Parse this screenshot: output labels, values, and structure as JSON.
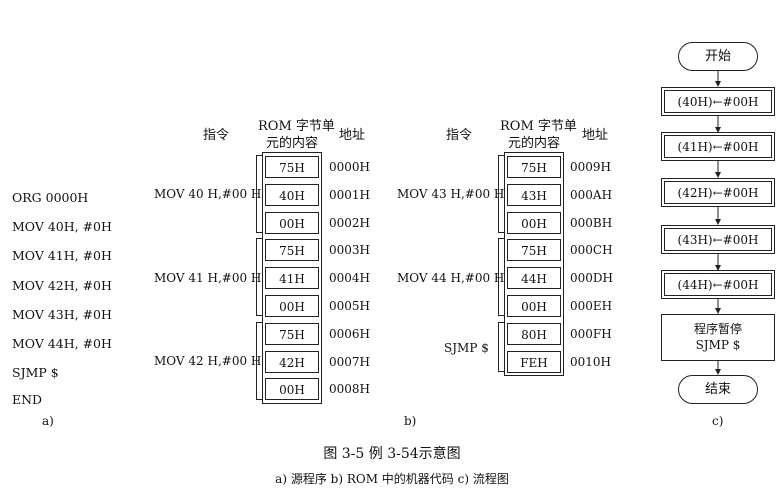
{
  "source_program": [
    "ORG    0000H",
    "MOV    40H, #0H",
    "MOV    41H, #0H",
    "MOV    42H, #0H",
    "MOV    43H, #0H",
    "MOV    44H, #0H",
    "SJMP   $",
    "END"
  ],
  "panel_b1": {
    "hdr_instr": "指令",
    "hdr_rom": "ROM 字节单元的内容",
    "hdr_rom_line1": "ROM 字节单",
    "hdr_rom_line2": "元的内容",
    "hdr_addr": "地址",
    "groups": [
      {
        "instr": "MOV 40 H,#00 H"
      },
      {
        "instr": "MOV 41 H,#00 H"
      },
      {
        "instr": "MOV 42 H,#00 H"
      }
    ],
    "cells": [
      "75H",
      "40H",
      "00H",
      "75H",
      "41H",
      "00H",
      "75H",
      "42H",
      "00H"
    ],
    "addrs": [
      "0000H",
      "0001H",
      "0002H",
      "0003H",
      "0004H",
      "0005H",
      "0006H",
      "0007H",
      "0008H"
    ]
  },
  "panel_b2": {
    "hdr_instr": "指令",
    "hdr_rom_line1": "ROM 字节单",
    "hdr_rom_line2": "元的内容",
    "hdr_addr": "地址",
    "groups": [
      {
        "instr": "MOV 43 H,#00 H"
      },
      {
        "instr": "MOV 44 H,#00 H"
      },
      {
        "instr": "SJMP $"
      }
    ],
    "cells": [
      "75H",
      "43H",
      "00H",
      "75H",
      "44H",
      "00H",
      "80H",
      "FEH"
    ],
    "addrs": [
      "0009H",
      "000AH",
      "000BH",
      "000CH",
      "000DH",
      "000EH",
      "000FH",
      "0010H"
    ]
  },
  "flow": {
    "start": "开始",
    "steps": [
      "(40H)←#00H",
      "(41H)←#00H",
      "(42H)←#00H",
      "(43H)←#00H",
      "(44H)←#00H"
    ],
    "pause_line1": "程序暂停",
    "pause_line2": "SJMP $",
    "end": "结束"
  },
  "labels": {
    "a": "a)",
    "b": "b)",
    "c": "c)"
  },
  "caption": "图 3-5   例 3-54示意图",
  "subcaption": "a)  源程序  b) ROM 中的机器代码  c)  流程图"
}
